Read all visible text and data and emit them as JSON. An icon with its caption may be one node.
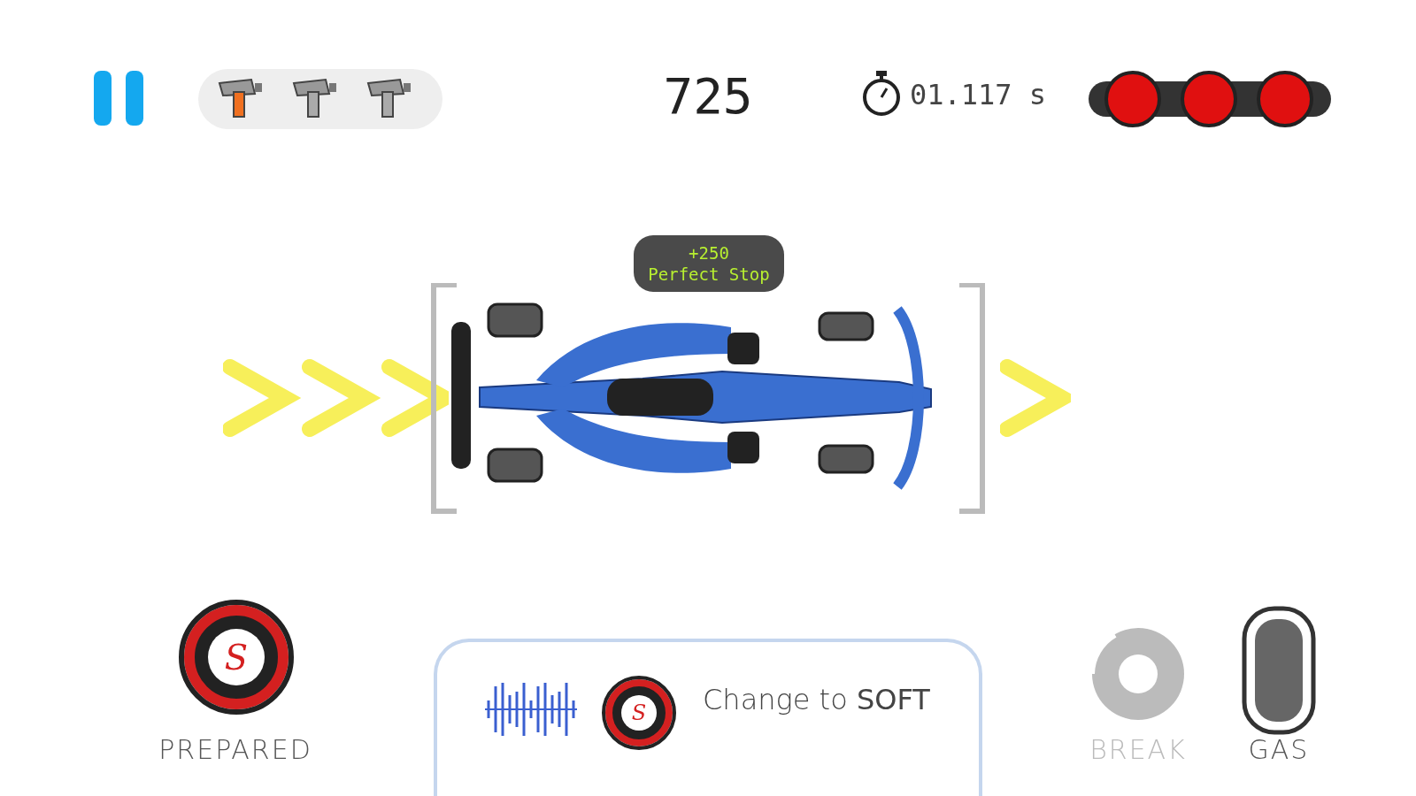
{
  "diagram": {
    "nodes": [
      {
        "text": [
          "+250",
          "Perfect Stop"
        ]
      },
      {
        "text": [
          "S"
        ],
        "beside": [
          "PREPARED"
        ]
      },
      {
        "text": [
          "Change to **SOFT**"
        ]
      },
      {
        "text": [
          "S"
        ],
        "in": 2
      }
    ],
    "labels": [
      "725",
      "01.117 s",
      "BREAK",
      "GAS"
    ]
  }
}
